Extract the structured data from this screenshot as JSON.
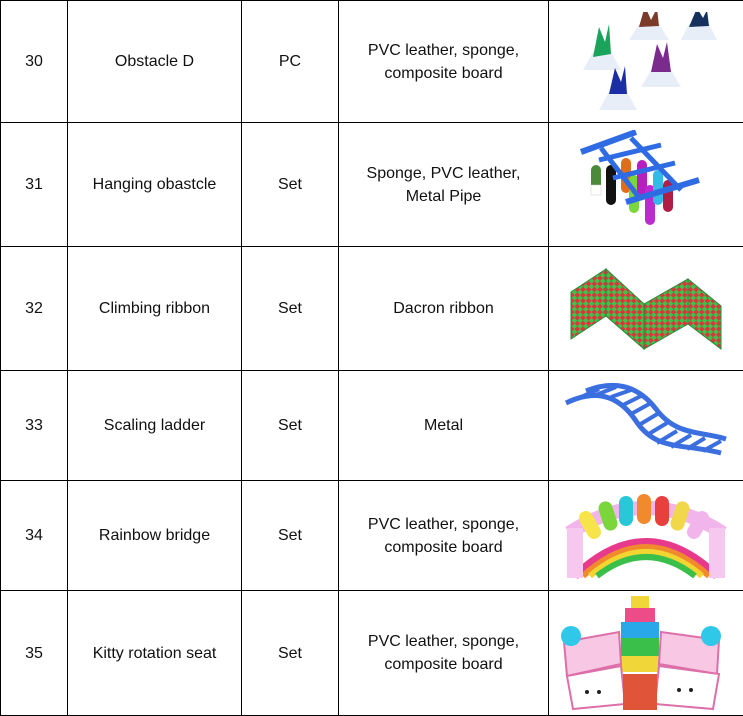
{
  "rows": [
    {
      "no": "30",
      "name": "Obstacle D",
      "unit": "PC",
      "material": "PVC leather, sponge, composite board",
      "image_icon": "colorful-spike-obstacles"
    },
    {
      "no": "31",
      "name": "Hanging obastcle",
      "unit": "Set",
      "material": "Sponge, PVC leather, Metal Pipe",
      "image_icon": "hanging-pillars-frame"
    },
    {
      "no": "32",
      "name": "Climbing ribbon",
      "unit": "Set",
      "material": "Dacron ribbon",
      "image_icon": "zigzag-checkered-ribbon"
    },
    {
      "no": "33",
      "name": "Scaling ladder",
      "unit": "Set",
      "material": "Metal",
      "image_icon": "blue-wavy-ladder"
    },
    {
      "no": "34",
      "name": "Rainbow bridge",
      "unit": "Set",
      "material": "PVC leather, sponge, composite board",
      "image_icon": "rainbow-arch-bridge"
    },
    {
      "no": "35",
      "name": "Kitty rotation seat",
      "unit": "Set",
      "material": "PVC leather, sponge, composite board",
      "image_icon": "kitty-rotating-seat"
    }
  ]
}
